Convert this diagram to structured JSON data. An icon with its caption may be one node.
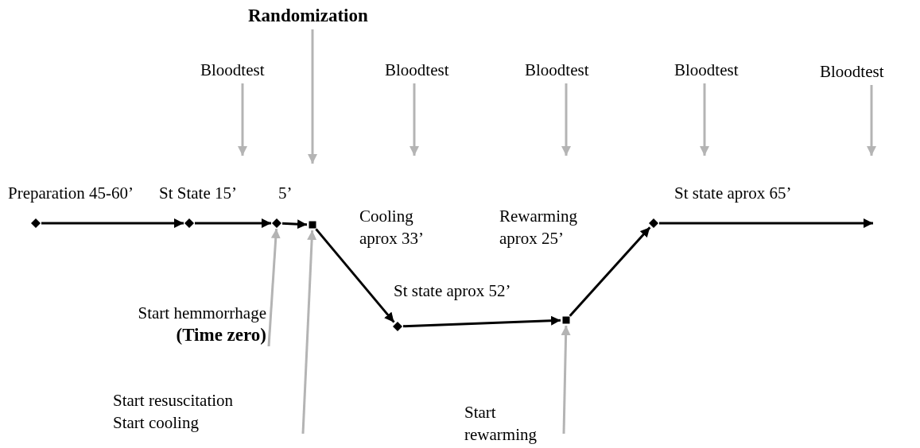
{
  "diagram": {
    "nodes": [
      {
        "text": [
          "Randomization"
        ]
      },
      {
        "text": [
          "Bloodtest"
        ]
      },
      {
        "text": [
          "Bloodtest"
        ]
      },
      {
        "text": [
          "Bloodtest"
        ]
      },
      {
        "text": [
          "Bloodtest"
        ]
      },
      {
        "text": [
          "Bloodtest"
        ]
      },
      {
        "text": [],
        "shape": "diamond",
        "beside": [
          "Preparation 45-60’"
        ]
      },
      {
        "text": [],
        "shape": "diamond",
        "beside": [
          "St State 15’"
        ]
      },
      {
        "text": [],
        "shape": "diamond",
        "beside": [
          "5’"
        ]
      },
      {
        "text": [],
        "shape": "box",
        "beside": [
          "Cooling aprox 33’"
        ]
      },
      {
        "text": [],
        "shape": "diamond",
        "beside": [
          "St state aprox 52’"
        ]
      },
      {
        "text": [],
        "shape": "box"
      },
      {
        "text": [],
        "shape": "diamond",
        "beside": [
          "St state aprox 65’"
        ]
      },
      {
        "text": [
          "Start hemmorrhage",
          "(Time zero)"
        ]
      },
      {
        "text": [
          "Start resuscitation",
          "Start cooling"
        ]
      },
      {
        "text": [
          "Start rewarming"
        ]
      }
    ],
    "edges": [
      {
        "from": 0,
        "to": null,
        "arrow": "to"
      },
      {
        "from": 1,
        "to": null,
        "arrow": "to"
      },
      {
        "from": 2,
        "to": null,
        "arrow": "to"
      },
      {
        "from": 3,
        "to": null,
        "arrow": "to"
      },
      {
        "from": 4,
        "to": null,
        "arrow": "to"
      },
      {
        "from": 5,
        "to": null,
        "arrow": "to"
      },
      {
        "from": 6,
        "to": 7,
        "arrow": "to",
        "color": "#000000"
      },
      {
        "from": 7,
        "to": 8,
        "arrow": "to",
        "color": "#000000"
      },
      {
        "from": 8,
        "to": 9,
        "arrow": "to",
        "color": "#000000"
      },
      {
        "from": 9,
        "to": 10,
        "arrow": "to",
        "color": "#000000"
      },
      {
        "from": 10,
        "to": 11,
        "arrow": "to",
        "color": "#000000"
      },
      {
        "from": 11,
        "to": 12,
        "arrow": "to",
        "color": "#000000"
      },
      {
        "from": 12,
        "to": null,
        "arrow": "to",
        "color": "#000000"
      },
      {
        "from": 13,
        "to": 8,
        "arrow": "to"
      },
      {
        "from": 14,
        "to": 9,
        "arrow": "to"
      },
      {
        "from": 15,
        "to": 11,
        "arrow": "to"
      }
    ],
    "labels": [
      "Rewarming aprox 25’"
    ]
  }
}
